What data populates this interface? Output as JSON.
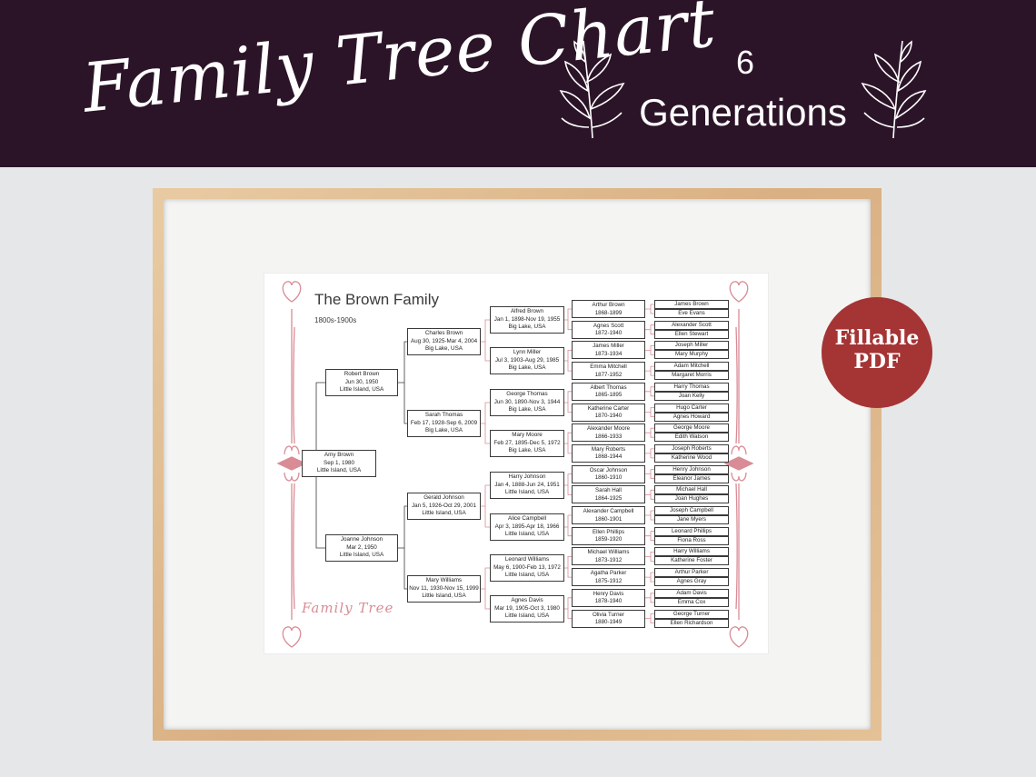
{
  "banner": {
    "title": "Family Tree Chart",
    "generation_count": "6",
    "generation_word": "Generations",
    "background": "#2c1428"
  },
  "badge": {
    "line1": "Fillable",
    "line2": "PDF",
    "color": "#a53434"
  },
  "chart": {
    "title": "The Brown Family",
    "subtitle": "1800s-1900s",
    "script_label": "Family Tree",
    "gen1": {
      "name": "Amy Brown",
      "dates": "Sep 1, 1980",
      "place": "Little Island, USA"
    },
    "gen2": [
      {
        "name": "Robert Brown",
        "dates": "Jun 30, 1950",
        "place": "Little Island, USA"
      },
      {
        "name": "Joanne Johnson",
        "dates": "Mar 2, 1950",
        "place": "Little Island, USA"
      }
    ],
    "gen3": [
      {
        "name": "Charles Brown",
        "dates": "Aug 30, 1925-Mar 4, 2004",
        "place": "Big Lake, USA"
      },
      {
        "name": "Sarah Thomas",
        "dates": "Feb 17, 1928-Sep 6, 2009",
        "place": "Big Lake, USA"
      },
      {
        "name": "Gerald Johnson",
        "dates": "Jan 5, 1926-Oct 29, 2001",
        "place": "Little Island, USA"
      },
      {
        "name": "Mary Williams",
        "dates": "Nov 11, 1930-Nov 15, 1999",
        "place": "Little Island, USA"
      }
    ],
    "gen4": [
      {
        "name": "Alfred Brown",
        "dates": "Jan 1, 1898-Nov 19, 1955",
        "place": "Big Lake, USA"
      },
      {
        "name": "Lynn Miller",
        "dates": "Jul 3, 1903-Aug 29, 1985",
        "place": "Big Lake, USA"
      },
      {
        "name": "George Thomas",
        "dates": "Jun 30, 1890-Nov 3, 1944",
        "place": "Big Lake, USA"
      },
      {
        "name": "Mary Moore",
        "dates": "Feb 27, 1895-Dec 5, 1972",
        "place": "Big Lake, USA"
      },
      {
        "name": "Harry Johnson",
        "dates": "Jan 4, 1888-Jun 24, 1951",
        "place": "Little Island, USA"
      },
      {
        "name": "Alice Campbell",
        "dates": "Apr 3, 1895-Apr 18, 1966",
        "place": "Little Island, USA"
      },
      {
        "name": "Leonard Williams",
        "dates": "May 6, 1900-Feb 13, 1972",
        "place": "Little Island, USA"
      },
      {
        "name": "Agnes Davis",
        "dates": "Mar 19, 1905-Oct 3, 1980",
        "place": "Little Island, USA"
      }
    ],
    "gen5": [
      {
        "name": "Arthur Brown",
        "dates": "1868-1899"
      },
      {
        "name": "Agnes Scott",
        "dates": "1872-1940"
      },
      {
        "name": "James Miller",
        "dates": "1873-1934"
      },
      {
        "name": "Emma Mitchell",
        "dates": "1877-1952"
      },
      {
        "name": "Albert Thomas",
        "dates": "1865-1895"
      },
      {
        "name": "Katherine Carter",
        "dates": "1870-1940"
      },
      {
        "name": "Alexander Moore",
        "dates": "1866-1933"
      },
      {
        "name": "Mary Roberts",
        "dates": "1868-1944"
      },
      {
        "name": "Oscar Johnson",
        "dates": "1860-1910"
      },
      {
        "name": "Sarah Hall",
        "dates": "1864-1925"
      },
      {
        "name": "Alexander Campbell",
        "dates": "1860-1901"
      },
      {
        "name": "Ellen Phillips",
        "dates": "1859-1920"
      },
      {
        "name": "Michael Williams",
        "dates": "1873-1912"
      },
      {
        "name": "Agatha Parker",
        "dates": "1875-1912"
      },
      {
        "name": "Henry Davis",
        "dates": "1878-1940"
      },
      {
        "name": "Olivia Turner",
        "dates": "1880-1949"
      }
    ],
    "gen6": [
      "James Brown",
      "Eve Evans",
      "Alexander Scott",
      "Ellen Stewart",
      "Joseph Miller",
      "Mary Murphy",
      "Adam Mitchell",
      "Margaret Morris",
      "Harry Thomas",
      "Joan Kelly",
      "Hugo Carter",
      "Agnes Howard",
      "George Moore",
      "Edith Watson",
      "Joseph Roberts",
      "Katherine Wood",
      "Henry Johnson",
      "Eleanor James",
      "Michael Hall",
      "Joan Hughes",
      "Joseph Campbell",
      "Jane Myers",
      "Leonard Phillips",
      "Fiona Ross",
      "Harry Williams",
      "Katherine Foster",
      "Arthur Parker",
      "Agnes Gray",
      "Adam Davis",
      "Emma Cox",
      "George Turner",
      "Ellen Richardson"
    ],
    "accent_color": "#d98c95"
  }
}
